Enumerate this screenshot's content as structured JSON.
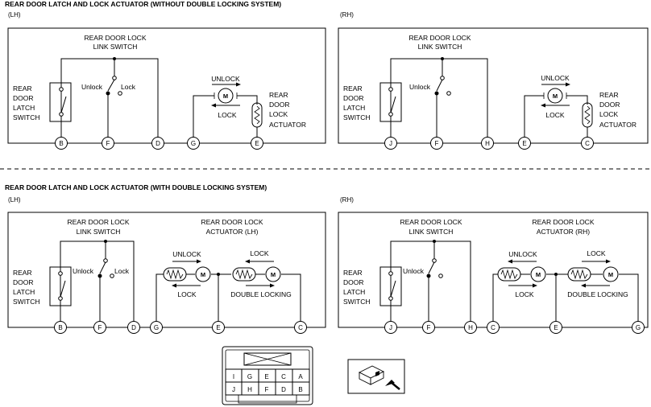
{
  "headers": {
    "without_double_locking": "REAR DOOR LATCH AND LOCK ACTUATOR (WITHOUT DOUBLE LOCKING SYSTEM)",
    "with_double_locking": "REAR DOOR LATCH AND LOCK ACTUATOR (WITH DOUBLE LOCKING SYSTEM)"
  },
  "sides": {
    "lh": "(LH)",
    "rh": "(RH)"
  },
  "labels": {
    "link_switch_1": "REAR DOOR LOCK",
    "link_switch_2": "LINK SWITCH",
    "latch_1": "REAR",
    "latch_2": "DOOR",
    "latch_3": "LATCH",
    "latch_4": "SWITCH",
    "actuator_1": "REAR",
    "actuator_2": "DOOR",
    "actuator_3": "LOCK",
    "actuator_4": "ACTUATOR",
    "unlock_pos": "Unlock",
    "lock_pos": "Lock",
    "unlock_dir": "UNLOCK",
    "lock_dir": "LOCK",
    "double_locking": "DOUBLE LOCKING",
    "actuator_lh_1": "REAR DOOR LOCK",
    "actuator_lh_2": "ACTUATOR (LH)",
    "actuator_rh_1": "REAR DOOR LOCK",
    "actuator_rh_2": "ACTUATOR (RH)",
    "motor": "M"
  },
  "terminals": {
    "top_lh": [
      "B",
      "F",
      "D",
      "G",
      "E"
    ],
    "top_rh": [
      "J",
      "F",
      "H",
      "E",
      "C"
    ],
    "bottom_lh": [
      "B",
      "F",
      "D",
      "G",
      "E",
      "C"
    ],
    "bottom_rh": [
      "J",
      "F",
      "H",
      "C",
      "E",
      "G"
    ]
  },
  "connector": {
    "row1": [
      "I",
      "G",
      "E",
      "C",
      "A"
    ],
    "row2": [
      "J",
      "H",
      "F",
      "D",
      "B"
    ]
  },
  "icons": {
    "connector_view": "connector-face-icon",
    "harness_side": "harness-side-view-icon"
  }
}
